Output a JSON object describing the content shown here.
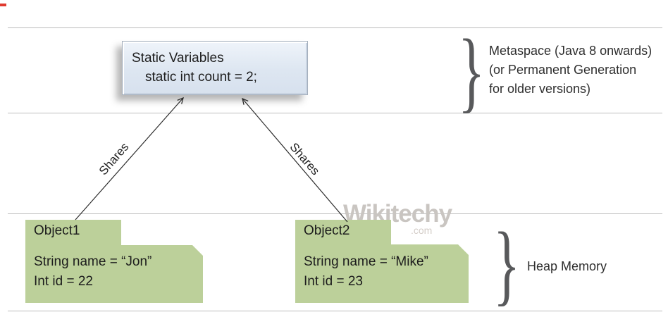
{
  "static_box": {
    "title": "Static Variables",
    "code": "static int count = 2;"
  },
  "metaspace": {
    "brace": "}",
    "line1": "Metaspace (Java 8 onwards)",
    "line2": "(or Permanent Generation",
    "line3": "for older versions)"
  },
  "heap": {
    "brace": "}",
    "label": "Heap Memory"
  },
  "arrows": {
    "left_label": "Shares",
    "right_label": "Shares"
  },
  "objects": [
    {
      "name": "Object1",
      "field1": "String name = “Jon”",
      "field2": "Int id = 22"
    },
    {
      "name": "Object2",
      "field1": "String name = “Mike”",
      "field2": "Int id = 23"
    }
  ],
  "watermark": {
    "brand": "Wikitechy",
    "domain": ".com"
  },
  "colors": {
    "static_box_fill": "#dde6f1",
    "object_box_fill": "#bcd09a",
    "divider": "#bdbdbd",
    "arrow": "#2b2b2b",
    "brace": "#58595b",
    "watermark": "#c9c5c1",
    "red_mark": "#e03a2f"
  }
}
